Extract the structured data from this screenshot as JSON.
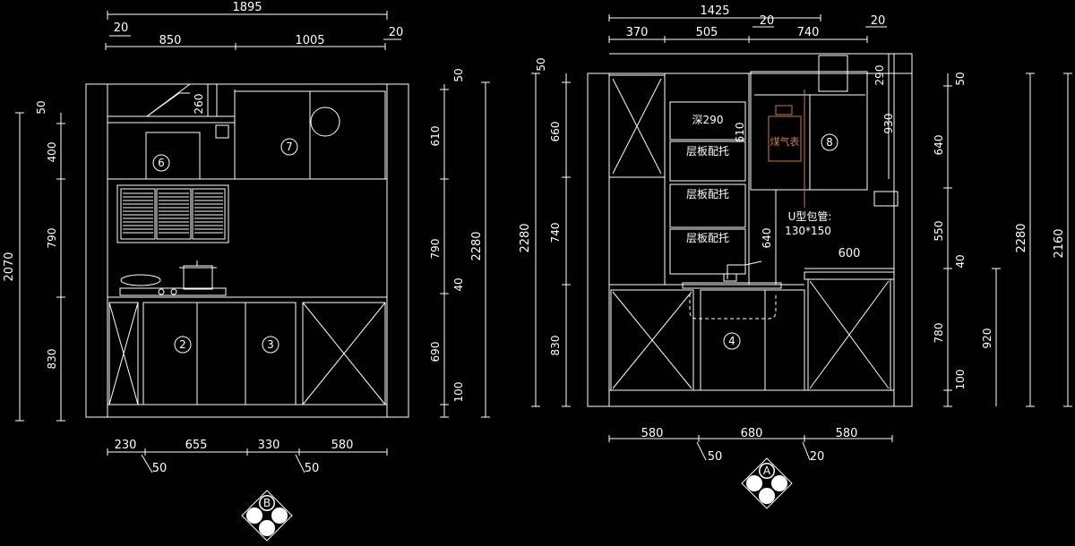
{
  "drawing": {
    "left_elevation": {
      "top_dims": {
        "total": "1895",
        "gap_left": "20",
        "seg1": "850",
        "seg2": "1005",
        "gap_right": "20"
      },
      "bottom_dims": {
        "d1": "230",
        "d2": "655",
        "d3": "330",
        "d4": "580",
        "g1": "50",
        "g2": "50"
      },
      "left_dims": {
        "total": "2070",
        "top": "50",
        "d400": "400",
        "d790": "790",
        "d830": "830"
      },
      "right_dims": {
        "d50": "50",
        "d610": "610",
        "d790": "790",
        "d40": "40",
        "d690": "690",
        "d100": "100",
        "total": "2280"
      },
      "hood_dim": "260",
      "labels": {
        "n2": "2",
        "n3": "3",
        "n6": "6",
        "n7": "7"
      },
      "marker": "B"
    },
    "right_elevation": {
      "top_dims": {
        "total": "1425",
        "gap1": "20",
        "gap2": "20",
        "seg1": "370",
        "seg2": "505",
        "seg3": "740"
      },
      "bottom_dims": {
        "d1": "580",
        "d2": "680",
        "d3": "580",
        "g1": "50",
        "g2": "20"
      },
      "left_dims": {
        "d50": "50",
        "total": "2280",
        "d660": "660",
        "d740": "740",
        "d830": "830"
      },
      "inner_dims": {
        "d610": "610",
        "d640": "640",
        "d290": "290",
        "d930": "930",
        "d600": "600"
      },
      "right_dims": {
        "d50": "50",
        "d640": "640",
        "d550": "550",
        "d40": "40",
        "d780": "780",
        "d100": "100",
        "d920": "920",
        "total2280": "2280",
        "total2160": "2160"
      },
      "shelf_labels": {
        "depth": "深290",
        "s1": "层板配托",
        "s2": "层板配托",
        "s3": "层板配托"
      },
      "pipe_label": "U型包管:",
      "pipe_size": "130*150",
      "gas_meter": "煤气表",
      "labels": {
        "n4": "4",
        "n8": "8"
      },
      "marker": "A"
    },
    "colors": {
      "background": "#000000",
      "lines": "#ffffff",
      "gas_meter": "#c8784e"
    }
  }
}
